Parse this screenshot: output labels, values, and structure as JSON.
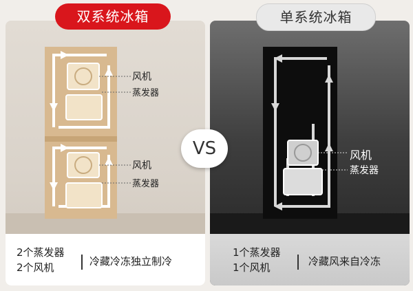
{
  "left": {
    "title": "双系统冰箱",
    "upper_fan": "风机",
    "upper_evap": "蒸发器",
    "lower_fan": "风机",
    "lower_evap": "蒸发器",
    "caption_line1": "2个蒸发器",
    "caption_line2": "2个风机",
    "caption_right": "冷藏冷冻独立制冷"
  },
  "vs": "VS",
  "right": {
    "title": "单系统冰箱",
    "fan": "风机",
    "evap": "蒸发器",
    "caption_line1": "1个蒸发器",
    "caption_line2": "1个风机",
    "caption_right": "冷藏风来自冷冻"
  },
  "colors": {
    "accent_red": "#d9161c",
    "cabinet_gold": "#d8b990"
  }
}
